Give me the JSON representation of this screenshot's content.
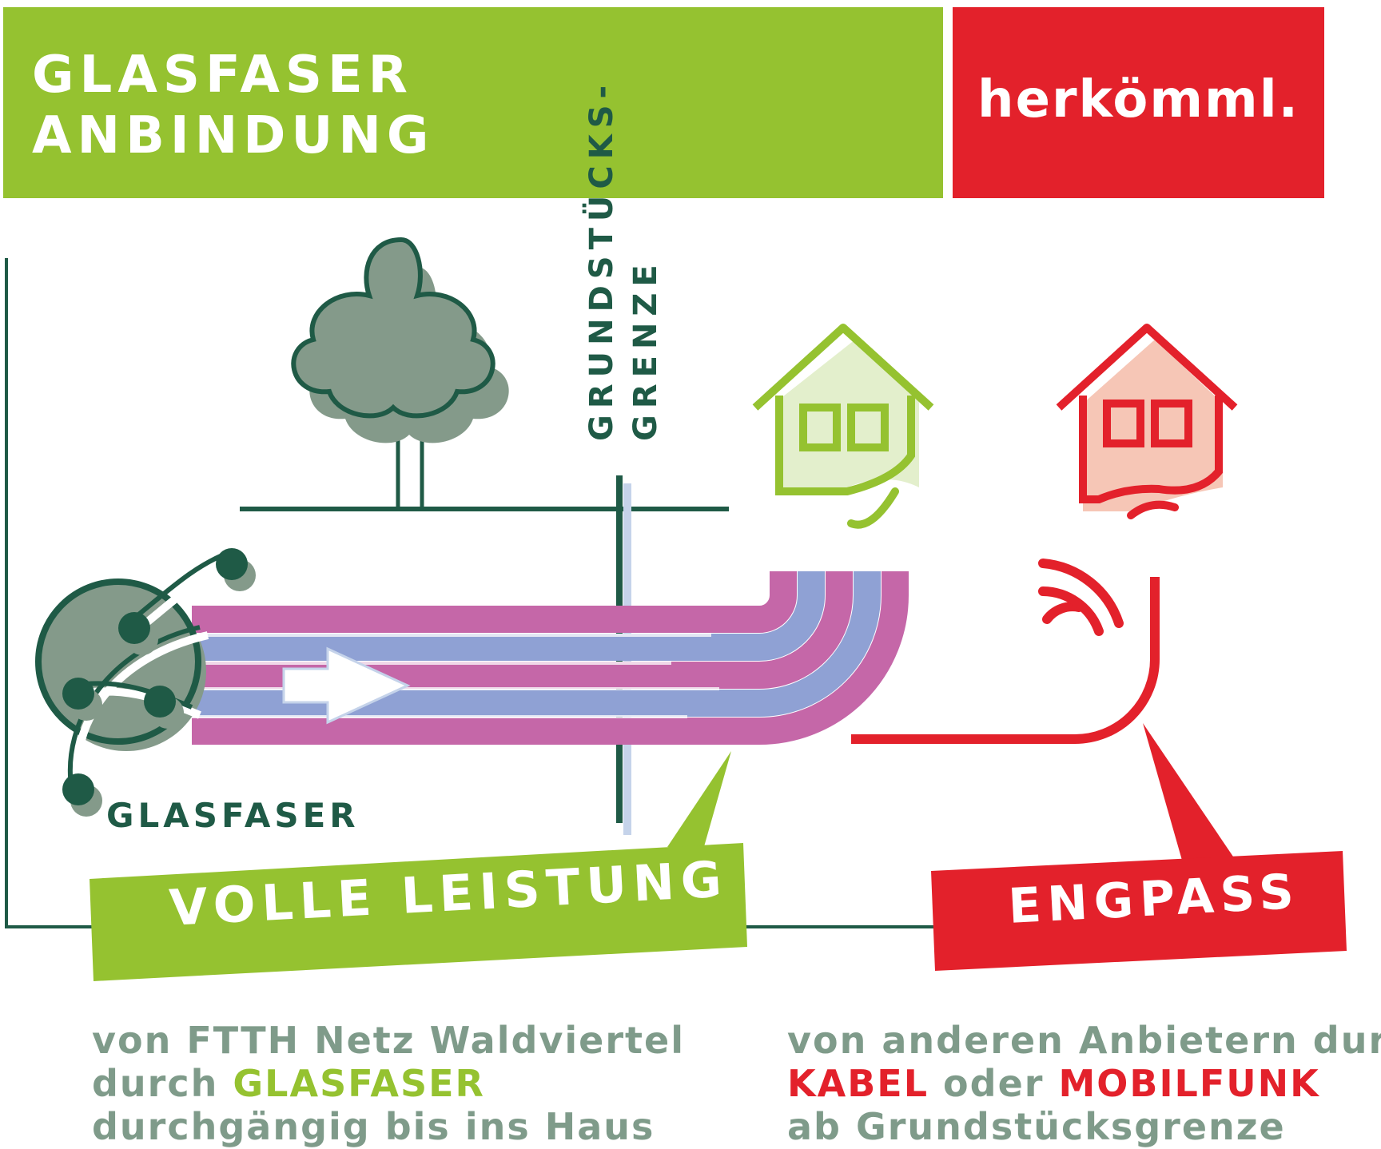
{
  "header": {
    "left_title_line1": "GLASFASER",
    "left_title_line2": "ANBINDUNG",
    "right_title": "herkömml."
  },
  "diagram": {
    "property_border_line1": "GRUNDSTÜCKS-",
    "property_border_line2": "GRENZE",
    "fiber_label": "GLASFASER",
    "tag_full_power": "VOLLE LEISTUNG",
    "tag_bottleneck": "ENGPASS"
  },
  "captions": {
    "left": {
      "line1": "von FTTH Netz Waldviertel",
      "line2_prefix": "durch ",
      "line2_highlight": "GLASFASER",
      "line3": "durchgängig bis ins Haus"
    },
    "right": {
      "line1": "von anderen Anbietern durch",
      "line2_highlight1": "KABEL",
      "line2_middle": " oder ",
      "line2_highlight2": "MOBILFUNK",
      "line3": "ab Grundstücksgrenze"
    }
  },
  "colors": {
    "green": "#95c230",
    "red": "#e3212b",
    "dark_green": "#1f5a46",
    "fiber_pink": "#c567a8",
    "fiber_blue": "#8fa1d4",
    "caption_gray": "#7f9b8a"
  }
}
